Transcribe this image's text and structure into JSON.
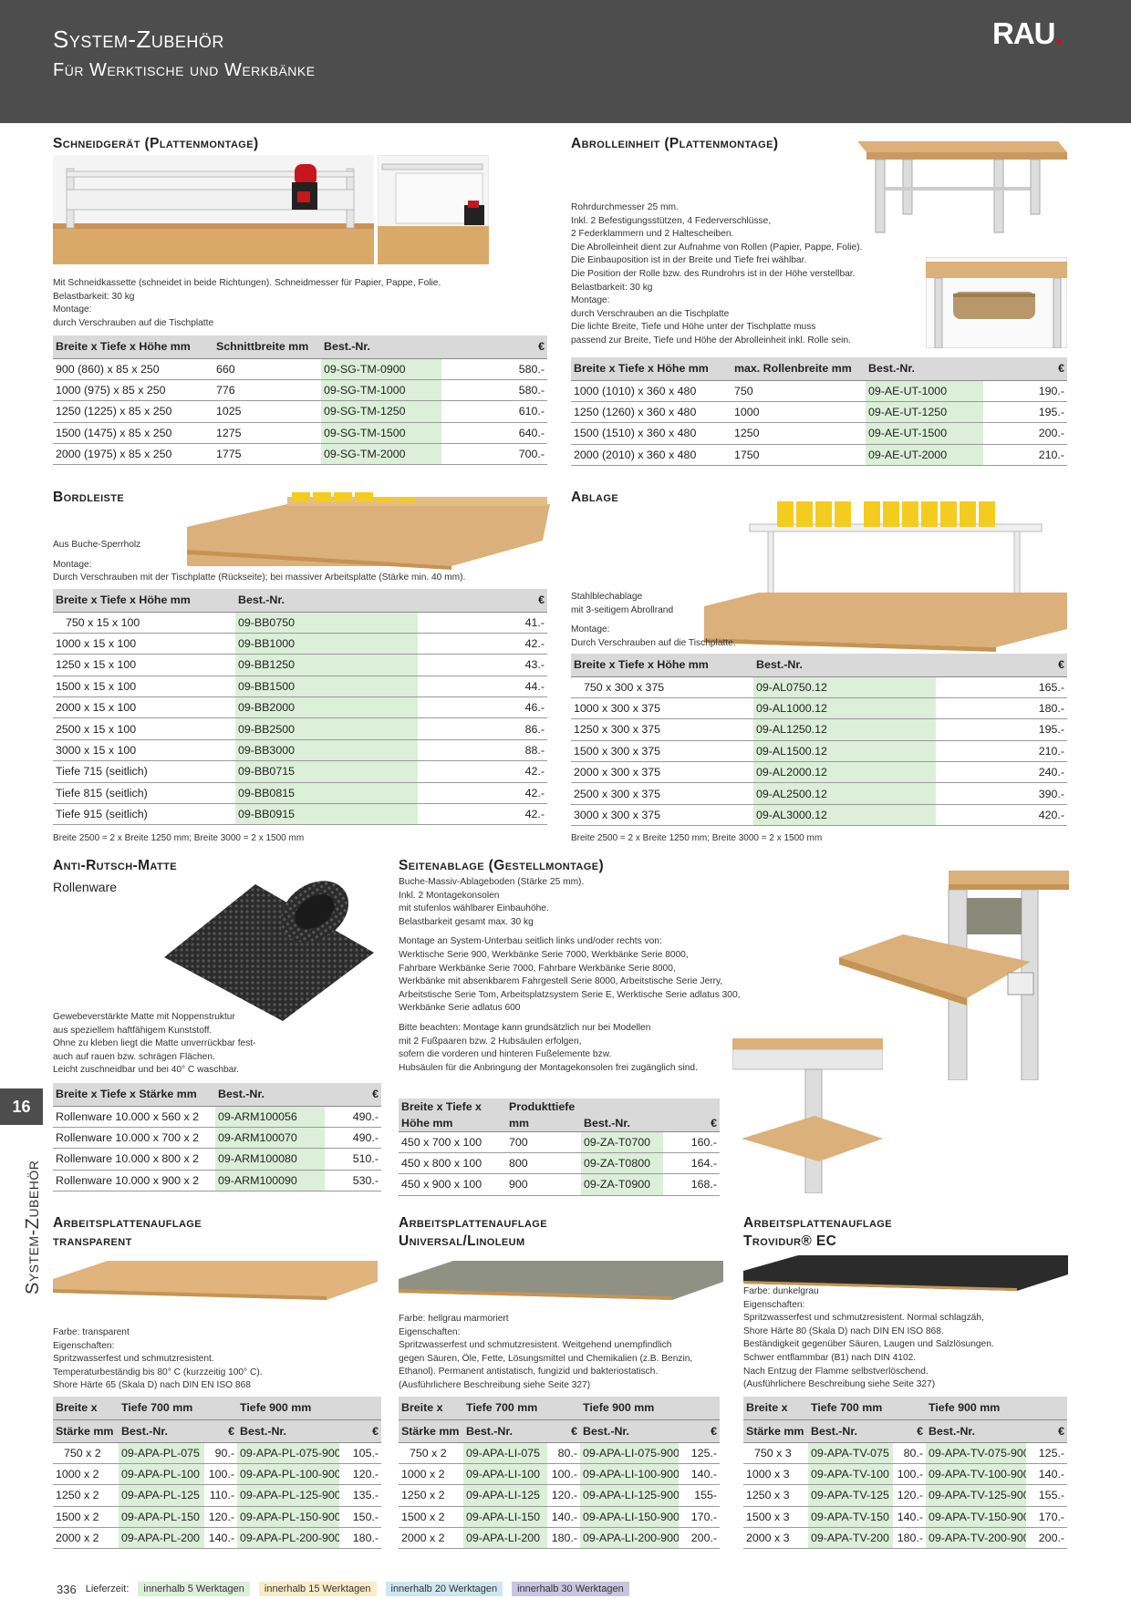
{
  "header": {
    "title": "System-Zubehör",
    "subtitle": "Für Werktische und Werkbänke",
    "logo": "RAU",
    "logo_dot": "."
  },
  "side": {
    "page_tab": "16",
    "text": "System-Zubehör"
  },
  "schneid": {
    "title": "Schneidgerät (Plattenmontage)",
    "desc": [
      "Mit Schneidkassette (schneidet in beide Richtungen). Schneidmesser für Papier, Pappe, Folie.",
      "Belastbarkeit: 30 kg",
      "Montage:",
      "durch Verschrauben auf die Tischplatte"
    ],
    "headers": [
      "Breite x Tiefe x Höhe mm",
      "Schnittbreite mm",
      "Best.-Nr.",
      "€"
    ],
    "rows": [
      [
        "900 (860) x 85 x 250",
        "660",
        "09-SG-TM-0900",
        "580.-"
      ],
      [
        "1000 (975) x 85 x 250",
        "776",
        "09-SG-TM-1000",
        "580.-"
      ],
      [
        "1250 (1225) x 85 x 250",
        "1025",
        "09-SG-TM-1250",
        "610.-"
      ],
      [
        "1500 (1475) x 85 x 250",
        "1275",
        "09-SG-TM-1500",
        "640.-"
      ],
      [
        "2000 (1975) x 85 x 250",
        "1775",
        "09-SG-TM-2000",
        "700.-"
      ]
    ]
  },
  "abroll": {
    "title": "Abrolleinheit (Plattenmontage)",
    "desc": [
      "Rohrdurchmesser 25 mm.",
      "Inkl. 2 Befestigungsstützen, 4 Federverschlüsse,",
      "2 Federklammern und 2 Haltescheiben.",
      "Die Abrolleinheit dient zur Aufnahme von Rollen (Papier, Pappe, Folie).",
      "Die Einbauposition ist in der Breite und Tiefe frei wählbar.",
      "Die Position der Rolle bzw. des Rundrohrs ist in der Höhe verstellbar.",
      "Belastbarkeit: 30 kg",
      "Montage:",
      "durch Verschrauben an die Tischplatte",
      "Die lichte Breite, Tiefe und Höhe unter der Tischplatte muss",
      "passend zur Breite, Tiefe und Höhe der Abrolleinheit inkl. Rolle sein."
    ],
    "headers": [
      "Breite x Tiefe x Höhe mm",
      "max. Rollenbreite mm",
      "Best.-Nr.",
      "€"
    ],
    "rows": [
      [
        "1000 (1010) x 360 x 480",
        "750",
        "09-AE-UT-1000",
        "190.-"
      ],
      [
        "1250 (1260) x 360 x 480",
        "1000",
        "09-AE-UT-1250",
        "195.-"
      ],
      [
        "1500 (1510) x 360 x 480",
        "1250",
        "09-AE-UT-1500",
        "200.-"
      ],
      [
        "2000 (2010) x 360 x 480",
        "1750",
        "09-AE-UT-2000",
        "210.-"
      ]
    ]
  },
  "bord": {
    "title": "Bordleiste",
    "desc": [
      "Aus Buche-Sperrholz",
      "",
      "Montage:",
      "Durch Verschrauben mit der Tischplatte (Rückseite); bei massiver Arbeitsplatte (Stärke min. 40 mm)."
    ],
    "headers": [
      "Breite x Tiefe x Höhe mm",
      "Best.-Nr.",
      "€"
    ],
    "rows": [
      [
        "750 x 15 x 100",
        "09-BB0750",
        "41.-"
      ],
      [
        "1000 x 15 x 100",
        "09-BB1000",
        "42.-"
      ],
      [
        "1250 x 15 x 100",
        "09-BB1250",
        "43.-"
      ],
      [
        "1500 x 15 x 100",
        "09-BB1500",
        "44.-"
      ],
      [
        "2000 x 15 x 100",
        "09-BB2000",
        "46.-"
      ],
      [
        "2500 x 15 x 100",
        "09-BB2500",
        "86.-"
      ],
      [
        "3000 x 15 x 100",
        "09-BB3000",
        "88.-"
      ],
      [
        "Tiefe 715 (seitlich)",
        "09-BB0715",
        "42.-"
      ],
      [
        "Tiefe 815 (seitlich)",
        "09-BB0815",
        "42.-"
      ],
      [
        "Tiefe 915 (seitlich)",
        "09-BB0915",
        "42.-"
      ]
    ],
    "note": "Breite 2500 = 2 x Breite 1250 mm; Breite 3000 = 2 x 1500 mm"
  },
  "ablage": {
    "title": "Ablage",
    "desc": [
      "Stahlblechablage",
      "mit 3-seitigem Abrollrand",
      "",
      "Montage:",
      "Durch Verschrauben auf die Tischplatte."
    ],
    "headers": [
      "Breite x Tiefe x Höhe mm",
      "Best.-Nr.",
      "€"
    ],
    "rows": [
      [
        "750 x 300 x 375",
        "09-AL0750.12",
        "165.-"
      ],
      [
        "1000 x 300 x 375",
        "09-AL1000.12",
        "180.-"
      ],
      [
        "1250 x 300 x 375",
        "09-AL1250.12",
        "195.-"
      ],
      [
        "1500 x 300 x 375",
        "09-AL1500.12",
        "210.-"
      ],
      [
        "2000 x 300 x 375",
        "09-AL2000.12",
        "240.-"
      ],
      [
        "2500 x 300 x 375",
        "09-AL2500.12",
        "390.-"
      ],
      [
        "3000 x 300 x 375",
        "09-AL3000.12",
        "420.-"
      ]
    ],
    "note": "Breite 2500 = 2 x Breite 1250 mm; Breite 3000 = 2 x 1500 mm"
  },
  "matte": {
    "title": "Anti-Rutsch-Matte",
    "subtitle": "Rollenware",
    "desc": [
      "Gewebeverstärkte Matte mit Noppenstruktur",
      "aus speziellem haftfähigem Kunststoff.",
      "Ohne zu kleben liegt die Matte unverrückbar fest-",
      "auch auf rauen bzw. schrägen Flächen.",
      "Leicht zuschneidbar und bei 40° C waschbar."
    ],
    "headers": [
      "Breite x Tiefe x Stärke mm",
      "Best.-Nr.",
      "€"
    ],
    "rows": [
      [
        "Rollenware 10.000 x 560 x 2",
        "09-ARM100056",
        "490.-"
      ],
      [
        "Rollenware 10.000 x 700 x 2",
        "09-ARM100070",
        "490.-"
      ],
      [
        "Rollenware 10.000 x 800 x 2",
        "09-ARM100080",
        "510.-"
      ],
      [
        "Rollenware 10.000 x 900 x 2",
        "09-ARM100090",
        "530.-"
      ]
    ]
  },
  "seiten": {
    "title": "Seitenablage (Gestellmontage)",
    "desc": [
      "Buche-Massiv-Ablageboden (Stärke 25 mm).",
      "Inkl. 2 Montagekonsolen",
      "mit stufenlos wählbarer Einbauhöhe.",
      "Belastbarkeit gesamt max. 30 kg",
      "",
      "Montage an System-Unterbau seitlich links und/oder rechts von:",
      "Werktische Serie 900, Werkbänke Serie 7000, Werkbänke Serie 8000,",
      "Fahrbare Werkbänke Serie 7000, Fahrbare Werkbänke Serie 8000,",
      "Werkbänke mit absenkbarem Fahrgestell Serie 8000,  Arbeitstische Serie Jerry,",
      "Arbeitstische Serie Tom, Arbeitsplatzsystem Serie E, Werktische Serie adlatus 300,",
      "Werkbänke Serie adlatus 600",
      "",
      "Bitte beachten: Montage kann grundsätzlich nur bei Modellen",
      "mit 2 Fußpaaren bzw. 2 Hubsäulen erfolgen,",
      "sofern die vorderen und hinteren Fußelemente bzw.",
      "Hubsäulen für die Anbringung der Montagekonsolen frei zugänglich sind."
    ],
    "headers1": [
      "Breite x Tiefe x",
      "Produkttiefe"
    ],
    "headers2": [
      "Höhe mm",
      "mm",
      "Best.-Nr.",
      "€"
    ],
    "rows": [
      [
        "450 x 700 x 100",
        "700",
        "09-ZA-T0700",
        "160.-"
      ],
      [
        "450 x 800 x 100",
        "800",
        "09-ZA-T0800",
        "164.-"
      ],
      [
        "450 x 900 x 100",
        "900",
        "09-ZA-T0900",
        "168.-"
      ]
    ]
  },
  "apl1": {
    "title1": "Arbeitsplattenauflage",
    "title2": "transparent",
    "desc": [
      "Farbe:     transparent",
      "Eigenschaften:",
      "Spritzwasserfest und schmutzresistent.",
      "Temperaturbeständig bis 80° C (kurzzeitig 100° C).",
      "Shore Härte 65 (Skala D) nach DIN EN ISO 868"
    ],
    "h1": [
      "Breite x",
      "Tiefe 700 mm",
      "Tiefe 900 mm"
    ],
    "h2": [
      "Stärke mm",
      "Best.-Nr.",
      "€",
      "Best.-Nr.",
      "€"
    ],
    "rows": [
      [
        "750 x 2",
        "09-APA-PL-075",
        "90.-",
        "09-APA-PL-075-900",
        "105.-"
      ],
      [
        "1000 x 2",
        "09-APA-PL-100",
        "100.-",
        "09-APA-PL-100-900",
        "120.-"
      ],
      [
        "1250 x 2",
        "09-APA-PL-125",
        "110.-",
        "09-APA-PL-125-900",
        "135.-"
      ],
      [
        "1500 x 2",
        "09-APA-PL-150",
        "120.-",
        "09-APA-PL-150-900",
        "150.-"
      ],
      [
        "2000 x 2",
        "09-APA-PL-200",
        "140.-",
        "09-APA-PL-200-900",
        "180.-"
      ]
    ]
  },
  "apl2": {
    "title1": "Arbeitsplattenauflage",
    "title2": "Universal/Linoleum",
    "desc": [
      "Farbe:     hellgrau marmoriert",
      "Eigenschaften:",
      "Spritzwasserfest und schmutzresistent. Weitgehend unempfindlich",
      "gegen Säuren, Öle, Fette, Lösungsmittel und Chemikalien (z.B. Benzin,",
      "Ethanol). Permanent antistatisch, fungizid und bakteriostatisch.",
      "(Ausführlichere Beschreibung siehe Seite 327)"
    ],
    "h1": [
      "Breite x",
      "Tiefe 700 mm",
      "Tiefe 900 mm"
    ],
    "h2": [
      "Stärke mm",
      "Best.-Nr.",
      "€",
      "Best.-Nr.",
      "€"
    ],
    "rows": [
      [
        "750 x 2",
        "09-APA-LI-075",
        "80.-",
        "09-APA-LI-075-900",
        "125.-"
      ],
      [
        "1000 x 2",
        "09-APA-LI-100",
        "100.-",
        "09-APA-LI-100-900",
        "140.-"
      ],
      [
        "1250 x 2",
        "09-APA-LI-125",
        "120.-",
        "09-APA-LI-125-900",
        "155-"
      ],
      [
        "1500 x 2",
        "09-APA-LI-150",
        "140.-",
        "09-APA-LI-150-900",
        "170.-"
      ],
      [
        "2000 x 2",
        "09-APA-LI-200",
        "180.-",
        "09-APA-LI-200-900",
        "200.-"
      ]
    ]
  },
  "apl3": {
    "title1": "Arbeitsplattenauflage",
    "title2": "Trovidur® EC",
    "desc": [
      "Farbe:     dunkelgrau",
      "Eigenschaften:",
      "Spritzwasserfest und schmutzresistent. Normal schlagzäh,",
      "Shore Härte 80 (Skala D) nach DIN EN ISO 868.",
      "Beständigkeit gegenüber Säuren, Laugen und Salzlösungen.",
      "Schwer entflammbar (B1) nach DIN 4102.",
      "Nach Entzug der Flamme selbstverlöschend.",
      "(Ausführlichere Beschreibung siehe Seite 327)"
    ],
    "h1": [
      "Breite x",
      "Tiefe 700 mm",
      "Tiefe 900 mm"
    ],
    "h2": [
      "Stärke mm",
      "Best.-Nr.",
      "€",
      "Best.-Nr.",
      "€"
    ],
    "rows": [
      [
        "750 x 3",
        "09-APA-TV-075",
        "80.-",
        "09-APA-TV-075-900",
        "125.-"
      ],
      [
        "1000 x 3",
        "09-APA-TV-100",
        "100.-",
        "09-APA-TV-100-900",
        "140.-"
      ],
      [
        "1250 x 3",
        "09-APA-TV-125",
        "120.-",
        "09-APA-TV-125-900",
        "155.-"
      ],
      [
        "1500 x 3",
        "09-APA-TV-150",
        "140.-",
        "09-APA-TV-150-900",
        "170.-"
      ],
      [
        "2000 x 3",
        "09-APA-TV-200",
        "180.-",
        "09-APA-TV-200-900",
        "200.-"
      ]
    ]
  },
  "footer": {
    "page": "336",
    "label": "Lieferzeit:",
    "legend": [
      {
        "text": "innerhalb 5 Werktagen",
        "color": "#dcefd9"
      },
      {
        "text": "innerhalb 15 Werktagen",
        "color": "#fbecc8"
      },
      {
        "text": "innerhalb 20 Werktagen",
        "color": "#cfe6f2"
      },
      {
        "text": "innerhalb 30 Werktagen",
        "color": "#c9c5e0"
      }
    ]
  }
}
